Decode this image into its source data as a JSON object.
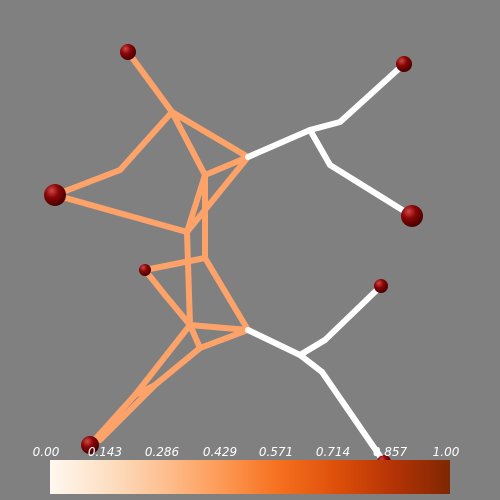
{
  "colorbar": {
    "ticks": [
      "0.00",
      "0.143",
      "0.286",
      "0.429",
      "0.571",
      "0.714",
      "0.857",
      "1.00"
    ],
    "gradient_colors": [
      "#fff8f0",
      "#fde0c4",
      "#fdbf90",
      "#fd9a55",
      "#f6701f",
      "#de500a",
      "#b53305",
      "#7f2704"
    ]
  },
  "colors": {
    "background": "#808080",
    "orange_bond": "#fda36a",
    "white_bond": "#ffffff",
    "atom_fill": "#7a0000",
    "atom_highlight": "#c84040"
  }
}
